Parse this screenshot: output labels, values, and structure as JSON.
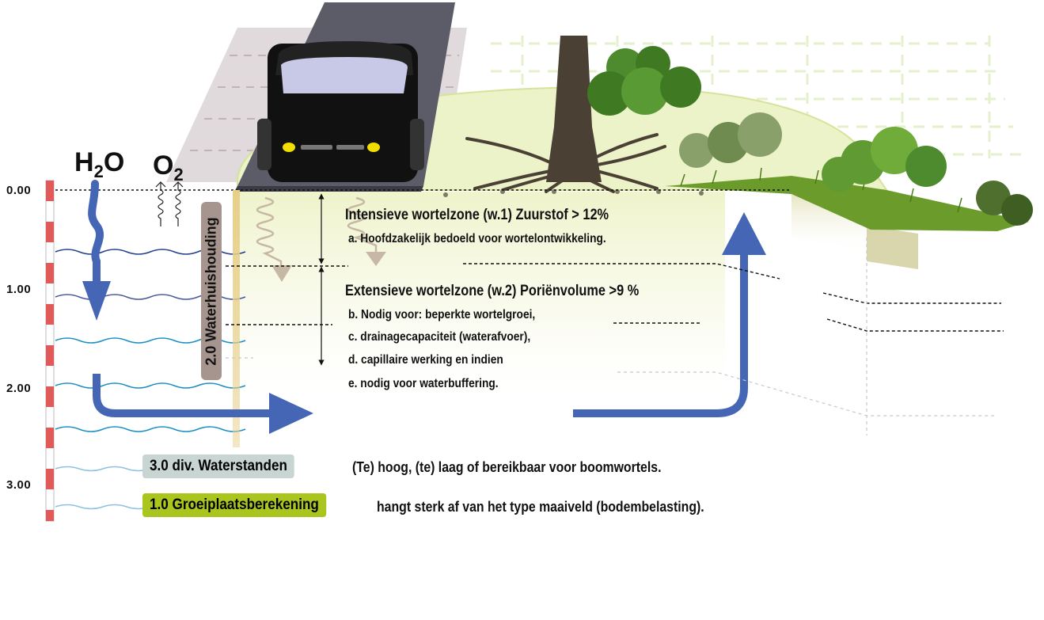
{
  "header": {
    "water_formula": "H2O",
    "oxygen_formula": "O2"
  },
  "depth_scale": {
    "labels": [
      "0.00",
      "1.00",
      "2.00",
      "3.00"
    ]
  },
  "zones": {
    "intensive": {
      "title": "Intensieve wortelzone (w.1) Zuurstof  > 12%",
      "items": [
        "a.  Hoofdzakelijk bedoeld voor wortelontwikkeling."
      ]
    },
    "extensive": {
      "title": "Extensieve wortelzone (w.2) Poriënvolume >9 %",
      "items": [
        "b. Nodig voor: beperkte wortelgroei,",
        "c. drainagecapaciteit (waterafvoer),",
        "d. capillaire werking en indien",
        "e. nodig voor waterbuffering."
      ]
    }
  },
  "labels": {
    "waterhuishouding": {
      "text": "2.0 Waterhuishouding",
      "color": "#a6948f"
    },
    "waterstanden": {
      "text": "3.0 div. Waterstanden",
      "desc": "(Te) hoog, (te) laag of bereikbaar voor boomwortels.",
      "color": "#c9d5d2"
    },
    "groeiplaats": {
      "text": "1.0 Groeiplaatsberekening",
      "desc": "hangt sterk af van het type maaiveld (bodembelasting).",
      "color": "#a9c51e"
    }
  },
  "colors": {
    "arrow_blue": "#4565b5",
    "ruler_red": "#e05a5a",
    "wave_blue": "#1e8fc4",
    "wave_navy": "#253f8f",
    "gold_strip": "#e3cd8b",
    "ground_green": "#edf3c9",
    "grass_green": "#6b9b2a",
    "road_gray": "#5c5c69"
  },
  "icons": {
    "vehicle": "car-icon",
    "tree": "tree-icon",
    "shrub": "shrub-icon",
    "grass": "grass-icon"
  }
}
